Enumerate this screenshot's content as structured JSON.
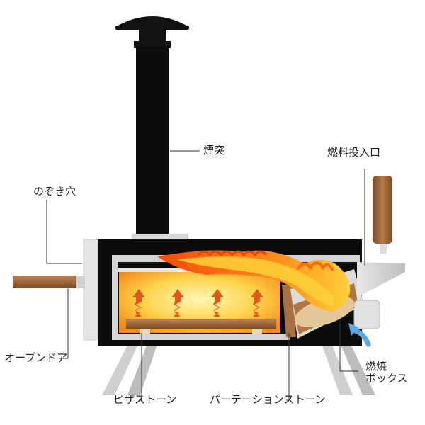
{
  "labels": {
    "chimney": "煙突",
    "peephole": "のぞき穴",
    "fuel_inlet": "燃料投入口",
    "oven_door": "オーブンドア",
    "pizza_stone": "ピザストーン",
    "partition_stone": "パーテーションストーン",
    "firebox": "燃焼\nボックス"
  },
  "colors": {
    "body": "#0b0b0b",
    "chamber_glow_center": "#fff6a8",
    "chamber_glow_edge": "#f39a22",
    "flame": "#f25a0a",
    "flame_hot": "#ffd13a",
    "wood": "#a06a3e",
    "metal": "#cfcfcf",
    "air_arrow": "#5aa8e6",
    "heat_arrow": "#e2561a"
  },
  "icons": [
    "heat-arrow-icon",
    "air-intake-arrow-icon",
    "flame-icon"
  ]
}
